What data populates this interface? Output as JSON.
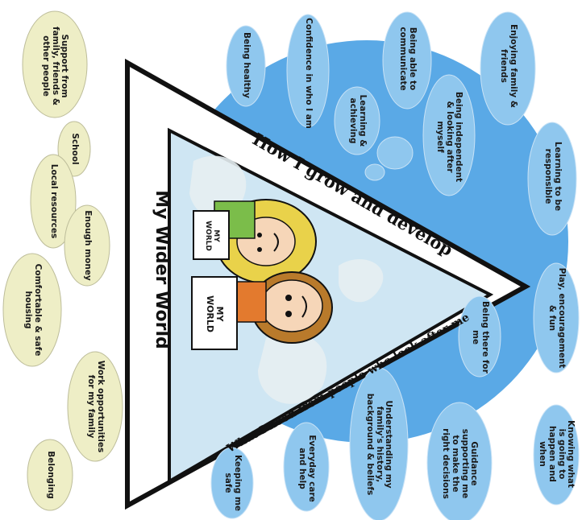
{
  "title": "My Wider World",
  "sides": {
    "grow": "How I grow and develop",
    "need": "What I need from people who look after me"
  },
  "signs": {
    "left": "MY\nWORLD",
    "right": "MY\nWORLD"
  },
  "colors": {
    "sky": "#5aa9e6",
    "cloud_blue": "#8fc7ee",
    "cloud_yellow": "#eeeec6",
    "frame": "#111111"
  },
  "grow_clouds": [
    {
      "text": "Enjoying family &\nfriends"
    },
    {
      "text": "Being able to\ncommunicate"
    },
    {
      "text": "Confidence in who I am"
    },
    {
      "text": "Being healthy"
    },
    {
      "text": "Being independent\n& looking after\nmyself"
    },
    {
      "text": "Learning &\nachieving"
    },
    {
      "text": "Learning to be\nresponsible"
    }
  ],
  "need_clouds": [
    {
      "text": "Play, encouragement\n& fun"
    },
    {
      "text": "Being there for\nme"
    },
    {
      "text": "Knowing what\nis going to\nhappen and\nwhen"
    },
    {
      "text": "Guidance\nsupporting me\nto make the\nright decisions"
    },
    {
      "text": "Understanding my\nfamily's history,\nbackground & beliefs"
    },
    {
      "text": "Everyday care\nand help"
    },
    {
      "text": "Keeping me\nsafe"
    }
  ],
  "world_clouds": [
    {
      "text": "Support from\nfamily, friends &\nother people"
    },
    {
      "text": "School"
    },
    {
      "text": "Local resources"
    },
    {
      "text": "Enough money"
    },
    {
      "text": "Comfortable & safe\nhousing"
    },
    {
      "text": "Work opportunities\nfor my family"
    },
    {
      "text": "Belonging"
    }
  ]
}
